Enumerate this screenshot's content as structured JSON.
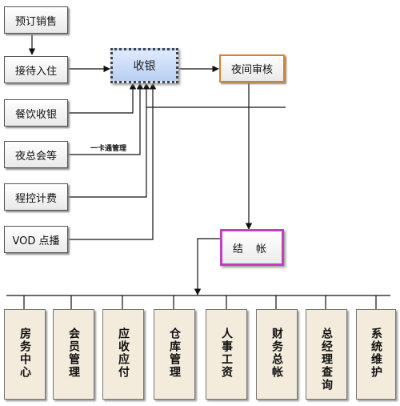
{
  "boxes": {
    "presale": "预订销售",
    "checkin": "接待入住",
    "catering": "餐饮收银",
    "nightclub": "夜总会等",
    "phone": "程控计费",
    "vod": "VOD 点播",
    "cashier": "收银",
    "night_audit": "夜间审核",
    "settlement": "结 帐"
  },
  "annotation": "一卡通管理",
  "modules": [
    "房务中心",
    "会员管理",
    "应收应付",
    "仓库管理",
    "人事工资",
    "财务总帐",
    "总经理查询",
    "系统维护"
  ],
  "colors": {
    "cashier_fill": "#c7d9f5",
    "night_audit_border": "#d9822b",
    "settlement_border": "#c040c0",
    "module_fill": "#f3ecdc"
  }
}
